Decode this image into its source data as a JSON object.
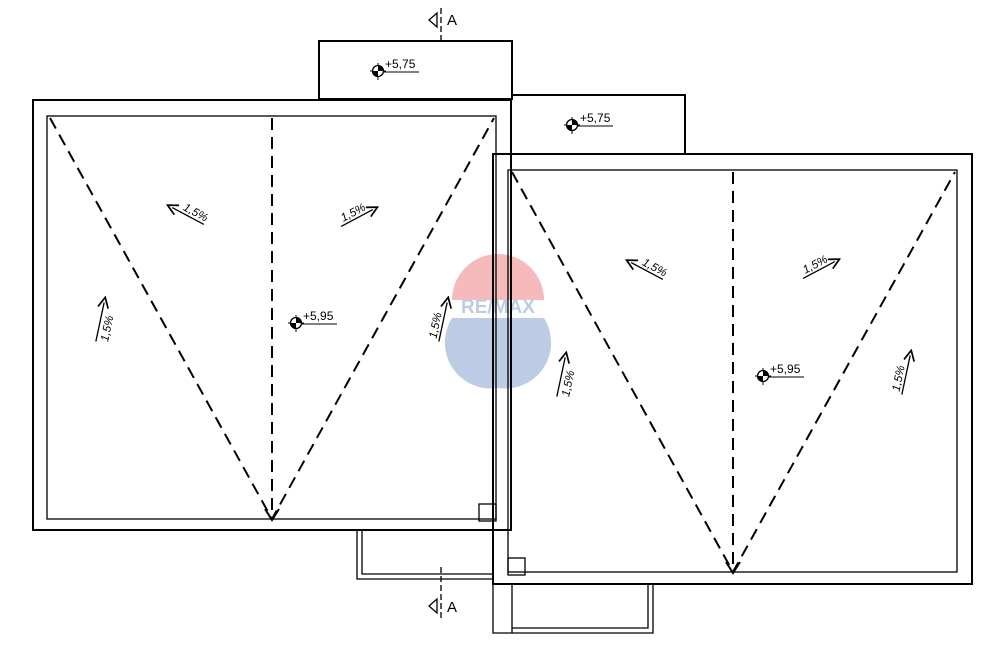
{
  "section_marker": "A",
  "elevations": {
    "top_left_upper": "+5,75",
    "top_left_lower": "+5,75",
    "roof_left": "+5,95",
    "roof_right": "+5,95"
  },
  "slopes": {
    "left_top_left": "1,5%",
    "left_top_right": "1,5%",
    "left_side_left": "1,5%",
    "left_side_right": "1,5%",
    "right_top_left": "1,5%",
    "right_top_right": "1,5%",
    "right_side_left": "1,5%",
    "right_side_right": "1,5%"
  },
  "watermark": "RE/MAX",
  "colors": {
    "watermark_red": "#e63b46",
    "watermark_blue": "#3f6fb5"
  }
}
